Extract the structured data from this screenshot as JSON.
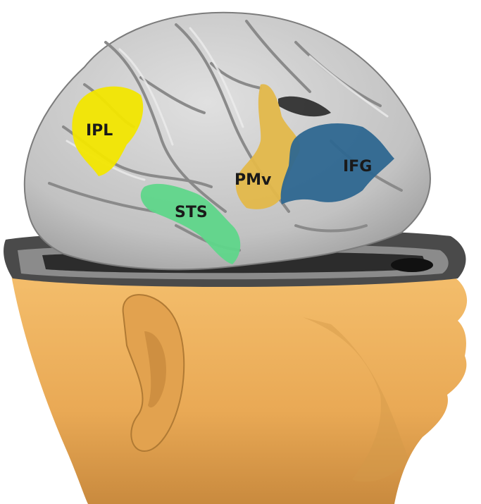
{
  "regions": [
    {
      "id": "ipl",
      "label": "IPL",
      "color": "#f2e600"
    },
    {
      "id": "sts",
      "label": "STS",
      "color": "#5fd68a"
    },
    {
      "id": "pmv",
      "label": "PMv",
      "color": "#e3b84a"
    },
    {
      "id": "ifg",
      "label": "IFG",
      "color": "#2e6790"
    }
  ],
  "colors": {
    "cortex": "#c7c7c7",
    "cortex_shadow": "#8e8e8e",
    "skin": "#f0b560",
    "skin_shadow": "#b9803a",
    "slice": "#3a3a3a"
  }
}
